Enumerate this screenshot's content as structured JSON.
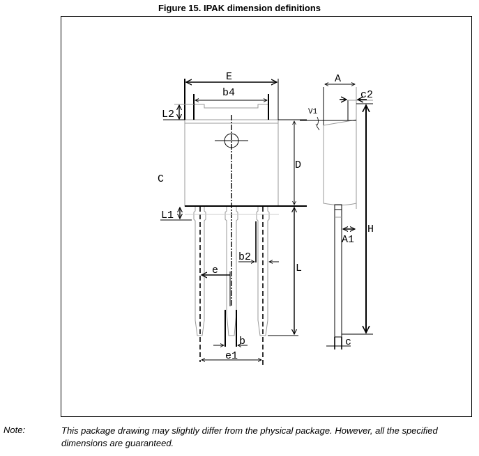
{
  "figure": {
    "title": "Figure 15. IPAK dimension definitions"
  },
  "dimensions": {
    "E": "E",
    "b4": "b4",
    "L2": "L2",
    "C": "C",
    "D": "D",
    "L1": "L1",
    "b2": "b2",
    "e": "e",
    "L": "L",
    "b": "b",
    "e1": "e1",
    "A": "A",
    "c2": "c2",
    "V1": "V1",
    "H": "H",
    "A1": "A1",
    "c": "c"
  },
  "note": {
    "label": "Note:",
    "text": "This package drawing may slightly differ from the physical package. However, all the specified dimensions are guaranteed."
  },
  "colors": {
    "line": "#000000",
    "outline": "#999999"
  }
}
